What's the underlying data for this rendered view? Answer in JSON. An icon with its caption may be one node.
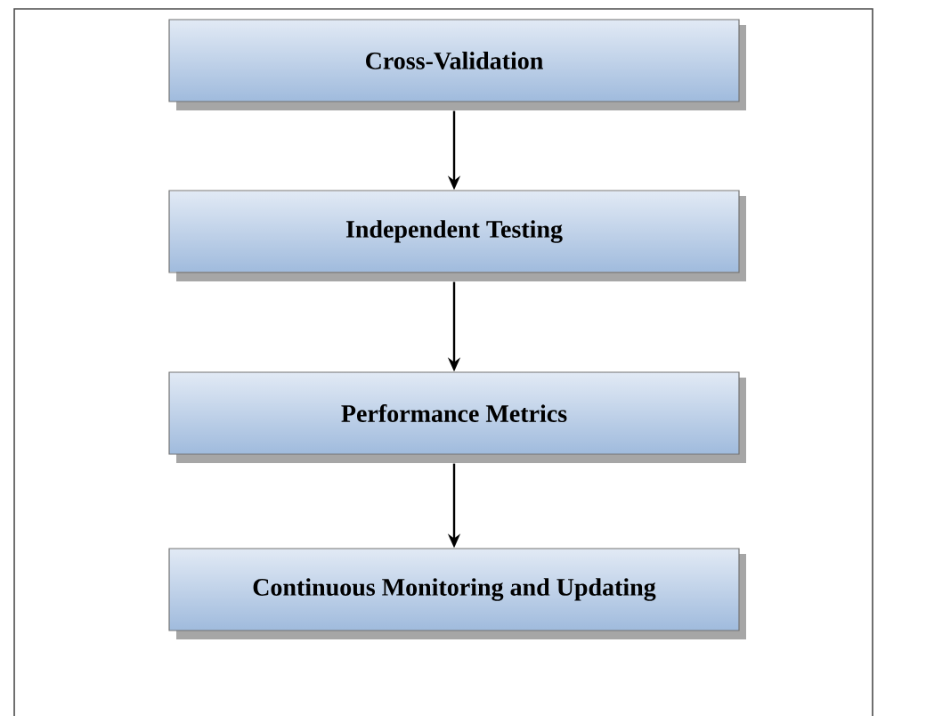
{
  "diagram": {
    "nodes": [
      {
        "text": [
          "Cross-Validation"
        ]
      },
      {
        "text": [
          "Independent Testing"
        ]
      },
      {
        "text": [
          "Performance Metrics"
        ]
      },
      {
        "text": [
          "Continuous Monitoring and Updating"
        ]
      }
    ],
    "edges": [
      {
        "from": 0,
        "to": 1,
        "arrow": "to"
      },
      {
        "from": 1,
        "to": 2,
        "arrow": "to"
      },
      {
        "from": 2,
        "to": 3,
        "arrow": "to"
      }
    ]
  }
}
